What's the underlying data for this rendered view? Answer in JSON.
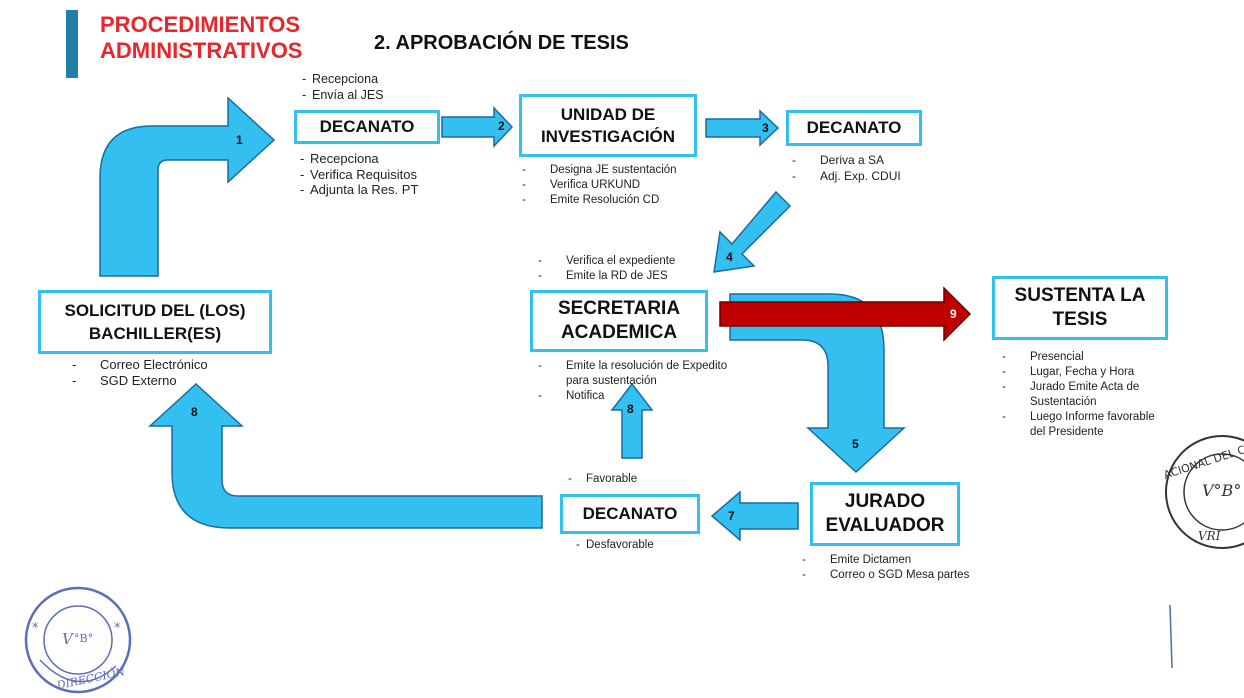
{
  "header": {
    "title_line1": "PROCEDIMIENTOS",
    "title_line2": "ADMINISTRATIVOS",
    "subtitle": "2. APROBACIÓN DE TESIS"
  },
  "nodes": {
    "decanato_1": "DECANATO",
    "unidad_line1": "UNIDAD DE",
    "unidad_line2": "INVESTIGACIÓN",
    "decanato_3": "DECANATO",
    "solicitud_line1": "SOLICITUD DEL (LOS)",
    "solicitud_line2": "BACHILLER(ES)",
    "secretaria_line1": "SECRETARIA",
    "secretaria_line2": "ACADEMICA",
    "sustenta_line1": "SUSTENTA LA",
    "sustenta_line2": "TESIS",
    "decanato_7": "DECANATO",
    "jurado_line1": "JURADO",
    "jurado_line2": "EVALUADOR"
  },
  "notes": {
    "decanato_1_above": [
      "Recepciona",
      "Envía al JES"
    ],
    "decanato_1_below": [
      "Recepciona",
      "Verifica Requisitos",
      "Adjunta la Res. PT"
    ],
    "unidad": [
      "Designa JE sustentación",
      "Verifica URKUND",
      "Emite Resolución CD"
    ],
    "decanato_3": [
      "Deriva a SA",
      "Adj. Exp. CDUI"
    ],
    "solicitud": [
      "Correo Electrónico",
      "SGD Externo"
    ],
    "secretaria_above": [
      "Verifica el expediente",
      "Emite la RD de JES"
    ],
    "secretaria_below": [
      "Emite la resolución de Expedito para sustentación",
      "Notifica"
    ],
    "sustenta": [
      "Presencial",
      "Lugar, Fecha y Hora",
      "Jurado Emite Acta de Sustentación",
      "Luego Informe favorable del Presidente"
    ],
    "decanato_7_above": [
      "Favorable"
    ],
    "decanato_7_below": [
      "Desfavorable"
    ],
    "jurado": [
      "Emite Dictamen",
      "Correo o SGD Mesa partes"
    ]
  },
  "arrow_numbers": {
    "a1": "1",
    "a2": "2",
    "a3": "3",
    "a4": "4",
    "a5": "5",
    "a7": "7",
    "a8_left": "8",
    "a8_up": "8",
    "a9": "9"
  },
  "stamps": {
    "bottom_left": "V°B° DIRECCIÓN",
    "right": "NACIONAL DEL CALLAO V°B° VRI"
  },
  "colors": {
    "arrow_fill": "#33bff0",
    "arrow_stroke": "#1a6d9c",
    "highlight_arrow": "#c00000",
    "box_border": "#33c0ea",
    "title_red": "#e8262c",
    "header_bar": "#1f7fa6"
  }
}
